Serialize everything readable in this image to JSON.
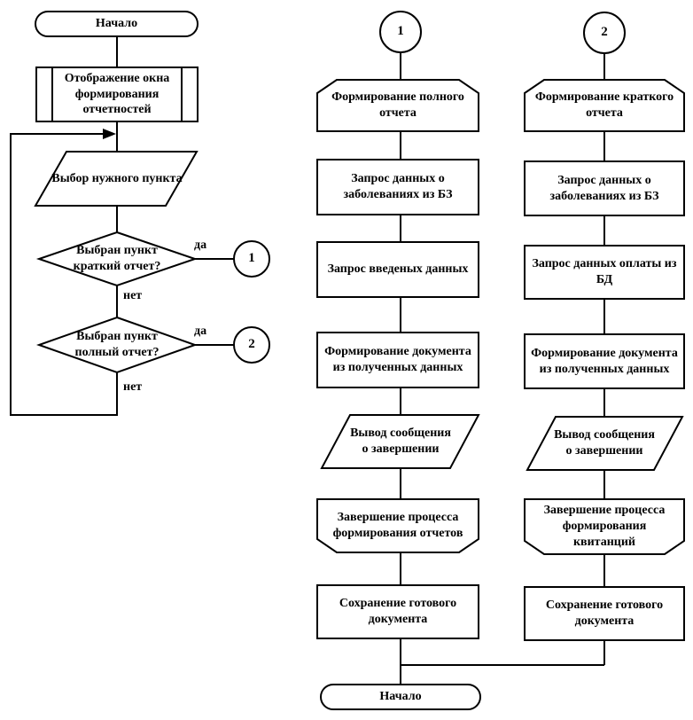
{
  "nodes": {
    "start": "Начало",
    "display_window": "Отображение окна формирования отчетностей",
    "select_item": "Выбор нужного пункта",
    "decision_short": "Выбран пункт краткий отчет?",
    "decision_full": "Выбран пункт полный отчет?",
    "yes": "да",
    "no": "нет",
    "ref1": "1",
    "ref2": "2",
    "end": "Начало"
  },
  "branch_full": {
    "begin": "Формирование полного отчета",
    "request_diseases": "Запрос данных о заболеваниях из БЗ",
    "request_entered": "Запрос введеных данных",
    "form_document": "Формирование документа из полученных данных",
    "output_message": "Вывод сообщения о завершении",
    "finish_process": "Завершение процесса формирования отчетов",
    "save_document": "Сохранение готового документа"
  },
  "branch_short": {
    "begin": "Формирование краткого отчета",
    "request_diseases": "Запрос данных о заболеваниях из БЗ",
    "request_payment": "Запрос данных оплаты из БД",
    "form_document": "Формирование документа из полученных данных",
    "output_message": "Вывод сообщения о завершении",
    "finish_process": "Завершение процесса формирования квитанций",
    "save_document": "Сохранение готового документа"
  },
  "colors": {
    "stroke": "#000000",
    "fill": "#ffffff",
    "background": "#ffffff"
  }
}
